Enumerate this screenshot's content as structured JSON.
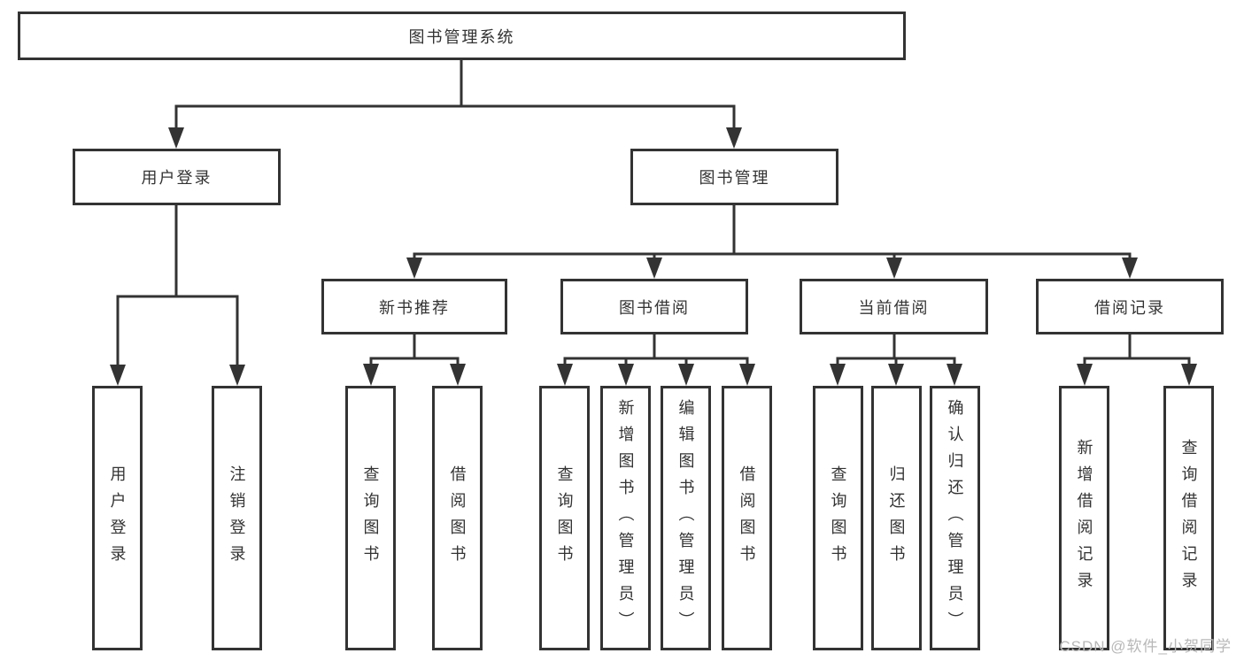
{
  "diagram": {
    "root": {
      "label": "图书管理系统"
    },
    "level1": [
      {
        "label": "用户登录"
      },
      {
        "label": "图书管理"
      }
    ],
    "level2": [
      {
        "label": "新书推荐"
      },
      {
        "label": "图书借阅"
      },
      {
        "label": "当前借阅"
      },
      {
        "label": "借阅记录"
      }
    ],
    "leaves": {
      "user": [
        "用户登录",
        "注销登录"
      ],
      "recommend": [
        "查询图书",
        "借阅图书"
      ],
      "borrow": [
        "查询图书",
        "新增图书（管理员）",
        "编辑图书（管理员）",
        "借阅图书"
      ],
      "current": [
        "查询图书",
        "归还图书",
        "确认归还（管理员）"
      ],
      "records": [
        "新增借阅记录",
        "查询借阅记录"
      ]
    }
  },
  "watermark": "CSDN @软件_小贺同学",
  "colors": {
    "line": "#333333",
    "text": "#333333",
    "background": "#ffffff",
    "watermark": "#b8b8b8"
  }
}
